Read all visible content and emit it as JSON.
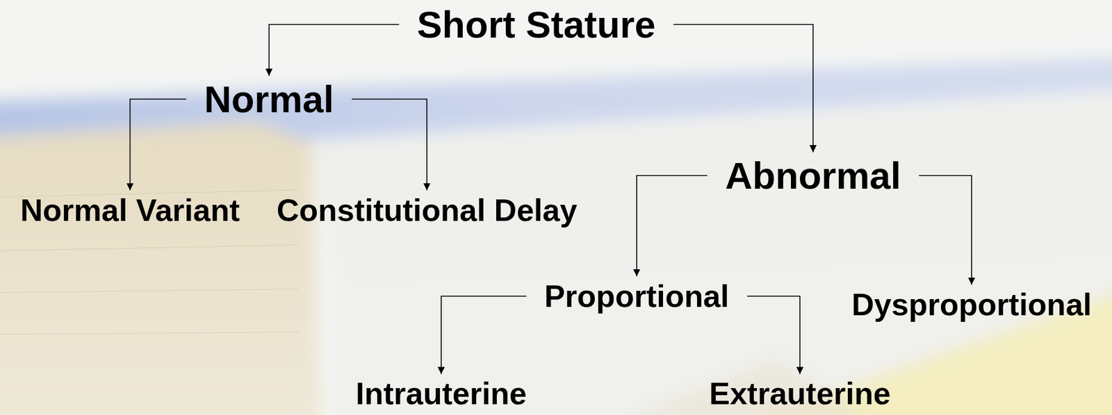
{
  "diagram": {
    "nodes": [
      {
        "text": [
          "Short Stature"
        ]
      },
      {
        "text": [
          "Normal"
        ]
      },
      {
        "text": [
          "Abnormal"
        ]
      },
      {
        "text": [
          "Normal Variant"
        ]
      },
      {
        "text": [
          "Constitutional Delay"
        ]
      },
      {
        "text": [
          "Proportional"
        ]
      },
      {
        "text": [
          "Dysproportional"
        ]
      },
      {
        "text": [
          "Intrauterine"
        ]
      },
      {
        "text": [
          "Extrauterine"
        ]
      }
    ],
    "edges": [
      {
        "from": 0,
        "to": 1,
        "arrow": "to"
      },
      {
        "from": 0,
        "to": 2,
        "arrow": "to"
      },
      {
        "from": 1,
        "to": 3,
        "arrow": "to"
      },
      {
        "from": 1,
        "to": 4,
        "arrow": "to"
      },
      {
        "from": 2,
        "to": 5,
        "arrow": "to"
      },
      {
        "from": 2,
        "to": 6,
        "arrow": "to"
      },
      {
        "from": 5,
        "to": 7,
        "arrow": "to"
      },
      {
        "from": 5,
        "to": 8,
        "arrow": "to"
      }
    ]
  }
}
